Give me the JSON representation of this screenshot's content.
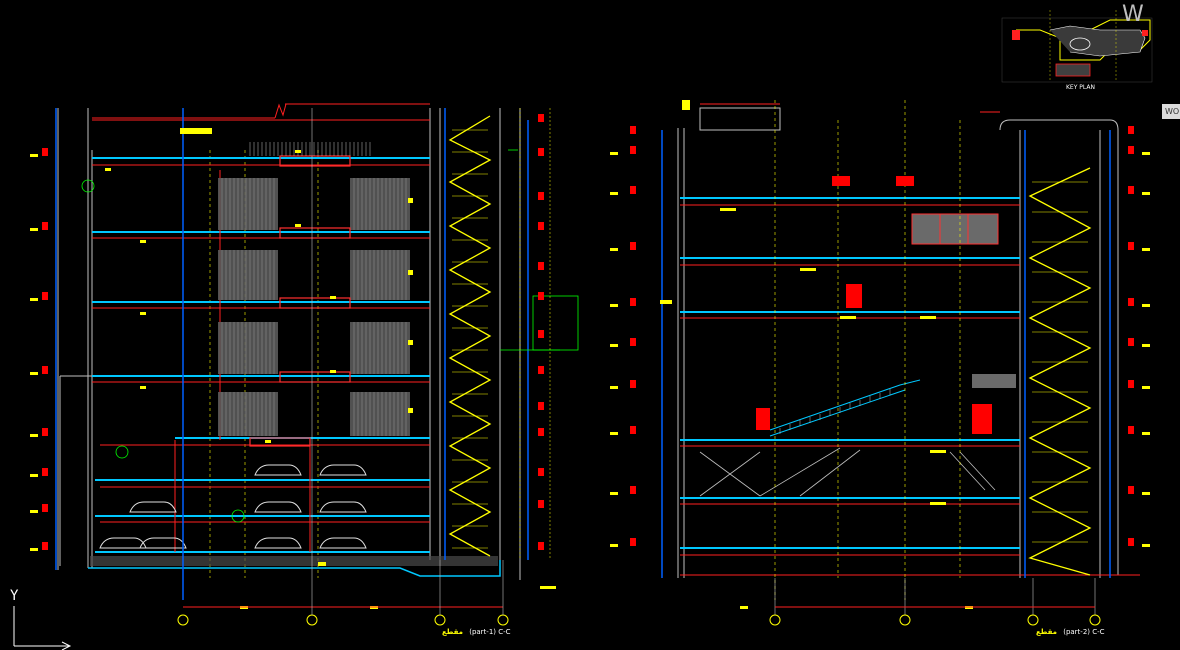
{
  "colors": {
    "background": "#000000",
    "stairs": "#ffff00",
    "slab": "#00c8ff",
    "wall": "#bfbfbf",
    "level_marker": "#ff0000",
    "dimension": "#ffff00",
    "grid": "#ffffff",
    "column": "#0060ff",
    "green": "#00ff00"
  },
  "watermark": {
    "text": "W",
    "text2": "WO"
  },
  "keyplan": {
    "label": "KEY PLAN"
  },
  "sections": [
    {
      "id": "section-1",
      "title_arabic": "مقطع",
      "title_code": "(part-1) C-C",
      "grid_bubbles": 4
    },
    {
      "id": "section-2",
      "title_arabic": "مقطع",
      "title_code": "(part-2) C-C",
      "grid_bubbles": 4
    }
  ],
  "ucs": {
    "glyph": "Y"
  }
}
